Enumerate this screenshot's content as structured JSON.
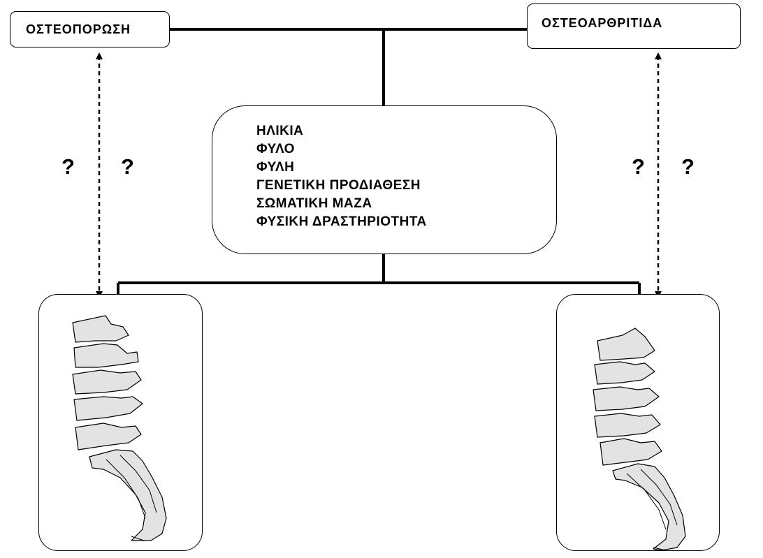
{
  "diagram": {
    "left_condition": "ΟΣΤΕΟΠΟΡΩΣΗ",
    "right_condition": "ΟΣΤΕΟΑΡΘΡΙΤΙΔΑ",
    "risk_factors": [
      "ΗΛΙΚΙΑ",
      "ΦΥΛΟ",
      "ΦΥΛΗ",
      "ΓΕΝΕΤΙΚΗ ΠΡΟΔΙΑΘΕΣΗ",
      "ΣΩΜΑΤΙΚΗ ΜΑΖΑ",
      "ΦΥΣΙΚΗ ΔΡΑΣΤΗΡΙΟΤΗΤΑ"
    ],
    "question_marks": {
      "left_outer": "?",
      "left_inner": "?",
      "right_inner": "?",
      "right_outer": "?"
    },
    "fill_color": "#e3e3e3"
  }
}
